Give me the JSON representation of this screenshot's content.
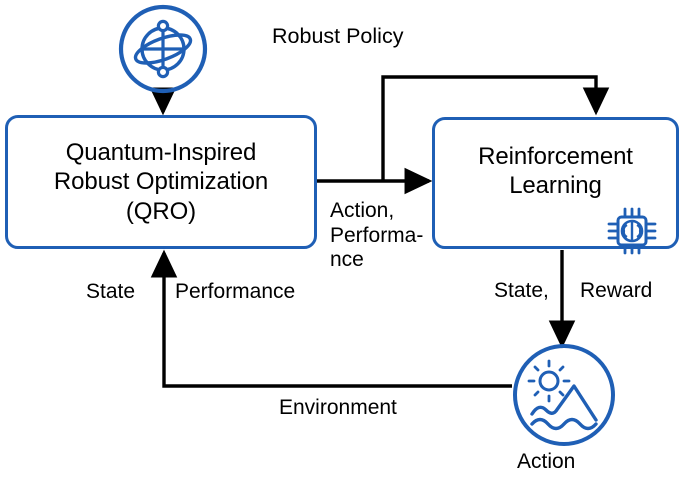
{
  "diagram": {
    "title": "Quantum-Inspired Robust Optimization and Reinforcement Learning loop",
    "accent_color": "#1f5fb5",
    "line_color": "#000000",
    "background": "#ffffff"
  },
  "nodes": {
    "qro": {
      "label": "Quantum-Inspired\nRobust Optimization\n(QRO)",
      "icon": "quantum-orbit-icon"
    },
    "rl": {
      "label": "Reinforcement\nLearning",
      "icon": "chip-brain-icon"
    },
    "environment": {
      "label": "Action",
      "icon": "environment-landscape-icon"
    }
  },
  "edges": {
    "robust_policy": "Robust Policy",
    "action_performance": "Action,\nPerforma-\nnce",
    "state": "State",
    "performance": "Performance",
    "state_reward_left": "State,",
    "state_reward_right": "Reward",
    "environment": "Environment"
  }
}
